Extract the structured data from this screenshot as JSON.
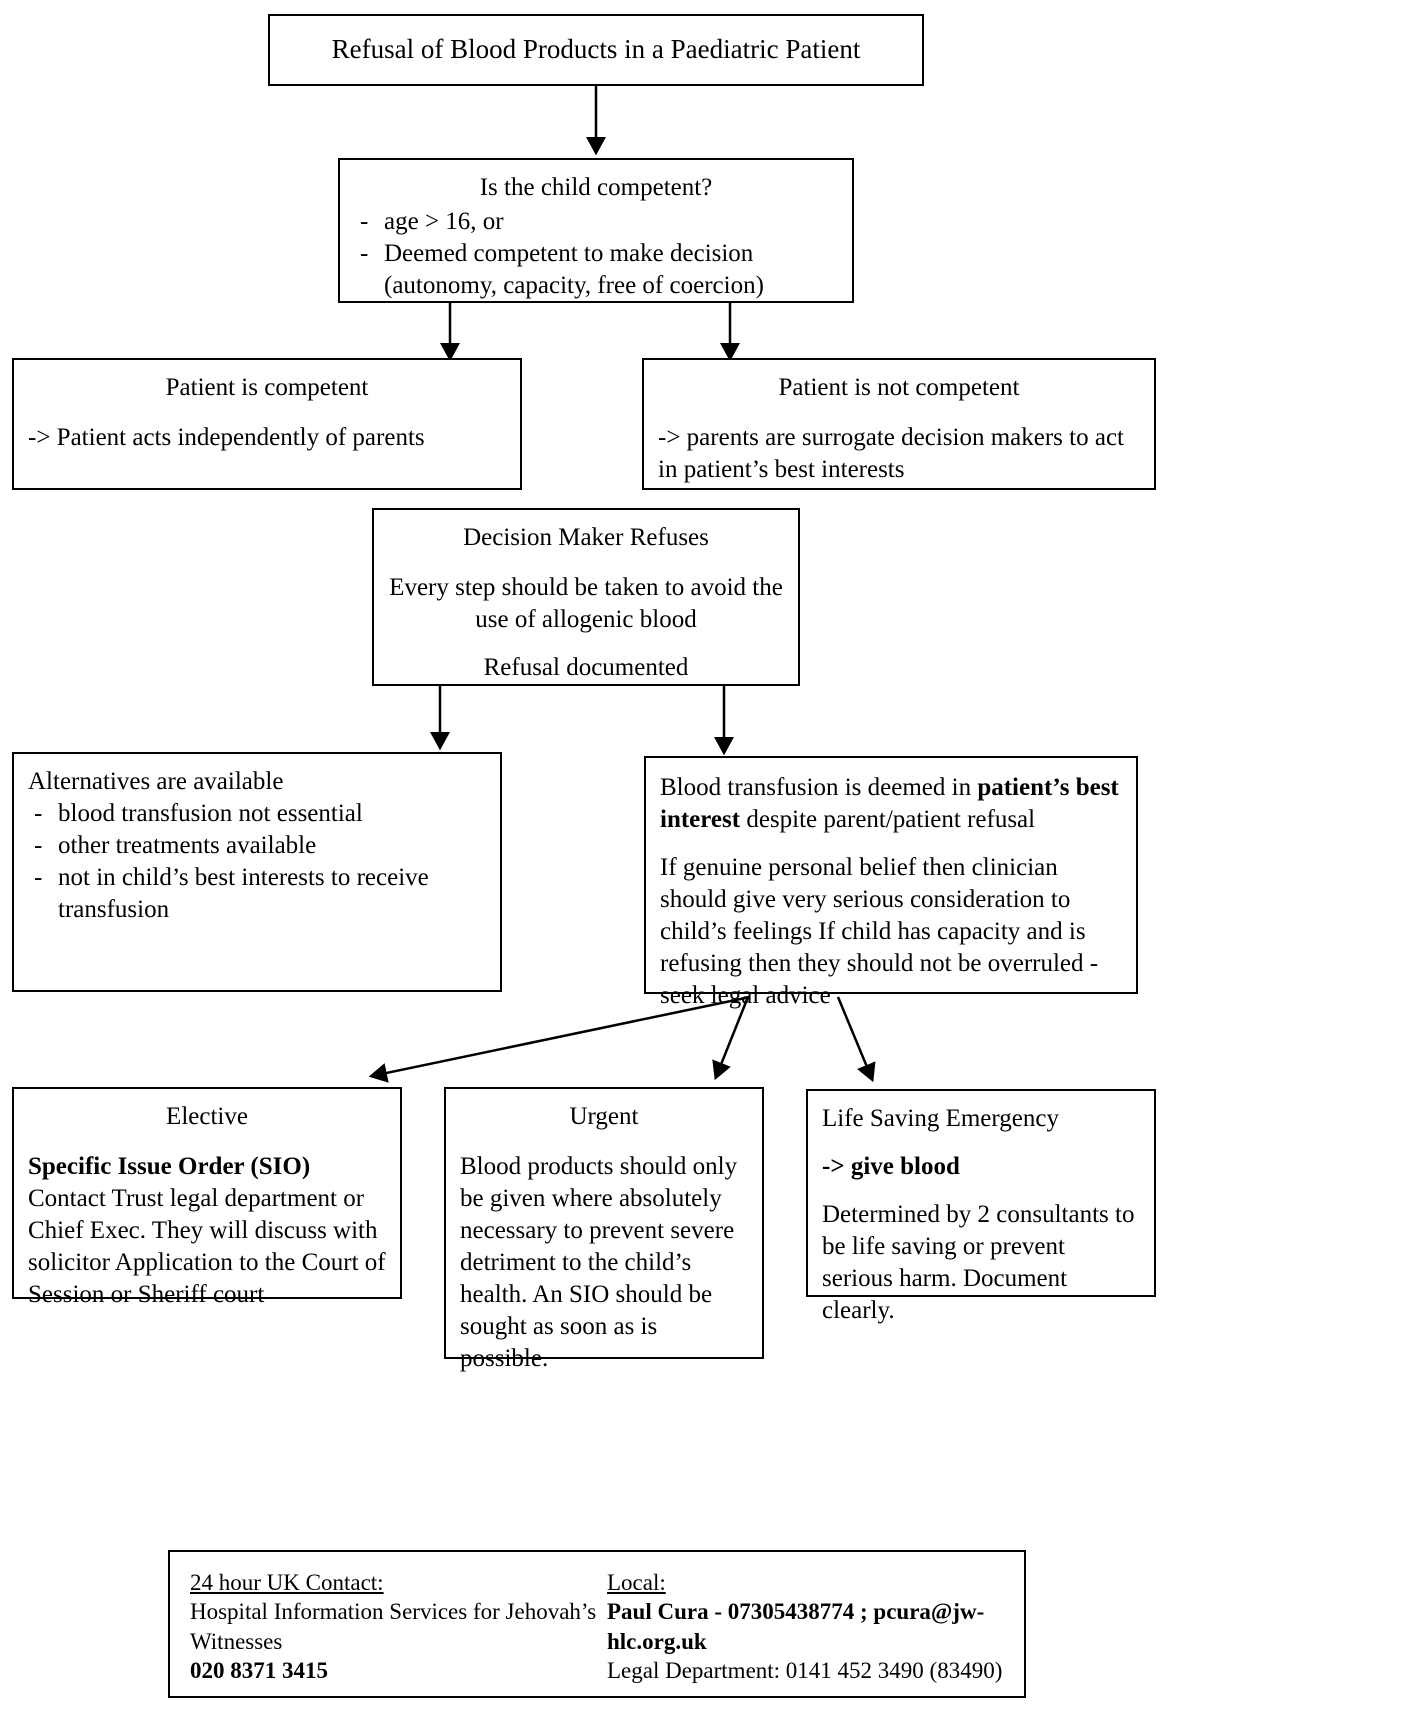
{
  "title": "Refusal of Blood Products in a Paediatric Patient",
  "nodes": {
    "title_box": {
      "heading": "Refusal of Blood Products in a Paediatric Patient"
    },
    "competence_question": {
      "heading": "Is the child competent?",
      "bullets": [
        "age > 16, or",
        "Deemed competent to make decision (autonomy, capacity, free of coercion)"
      ]
    },
    "competent": {
      "heading": "Patient is competent",
      "body": "-> Patient acts independently of parents"
    },
    "not_competent": {
      "heading": "Patient is not competent",
      "body": "-> parents are surrogate decision makers to act in patient’s best interests"
    },
    "decision_maker_refuses": {
      "heading": "Decision Maker Refuses",
      "body1": "Every step should be taken to avoid the use of allogenic blood",
      "body2": "Refusal documented"
    },
    "alternatives": {
      "heading": "Alternatives are available",
      "bullets": [
        "blood transfusion not essential",
        "other treatments available",
        "not in child’s best interests to receive transfusion"
      ]
    },
    "best_interest": {
      "line1_pre": "Blood transfusion is deemed in ",
      "line1_bold": "patient’s best interest",
      "line1_post": " despite parent/patient refusal",
      "body": "If genuine personal belief then clinician should give very serious consideration to child’s feelings If child has capacity and is refusing then they should not be overruled - seek legal advice"
    },
    "elective": {
      "heading": "Elective",
      "bold_line": "Specific Issue Order (SIO)",
      "body": "Contact Trust legal department or Chief Exec. They will discuss with solicitor Application to the Court of Session or Sheriff court"
    },
    "urgent": {
      "heading": "Urgent",
      "body": "Blood products should only be given where absolutely necessary to prevent severe detriment to the child’s health. An SIO should be sought as soon as is possible."
    },
    "emergency": {
      "heading": "Life Saving Emergency",
      "bold_line": "-> give blood",
      "body": "Determined by 2 consultants to be life saving or prevent serious harm. Document clearly."
    },
    "contacts": {
      "uk_label": "24 hour UK Contact:",
      "uk_org": "Hospital Information Services for Jehovah’s Witnesses",
      "uk_phone": "020 8371 3415",
      "local_label": "Local:",
      "local_person": "Paul Cura - 07305438774 ; pcura@jw-hlc.org.uk",
      "local_legal": "Legal Department: 0141 452 3490 (83490)"
    }
  },
  "colors": {
    "border": "#000000",
    "text": "#000000",
    "background": "#ffffff"
  }
}
